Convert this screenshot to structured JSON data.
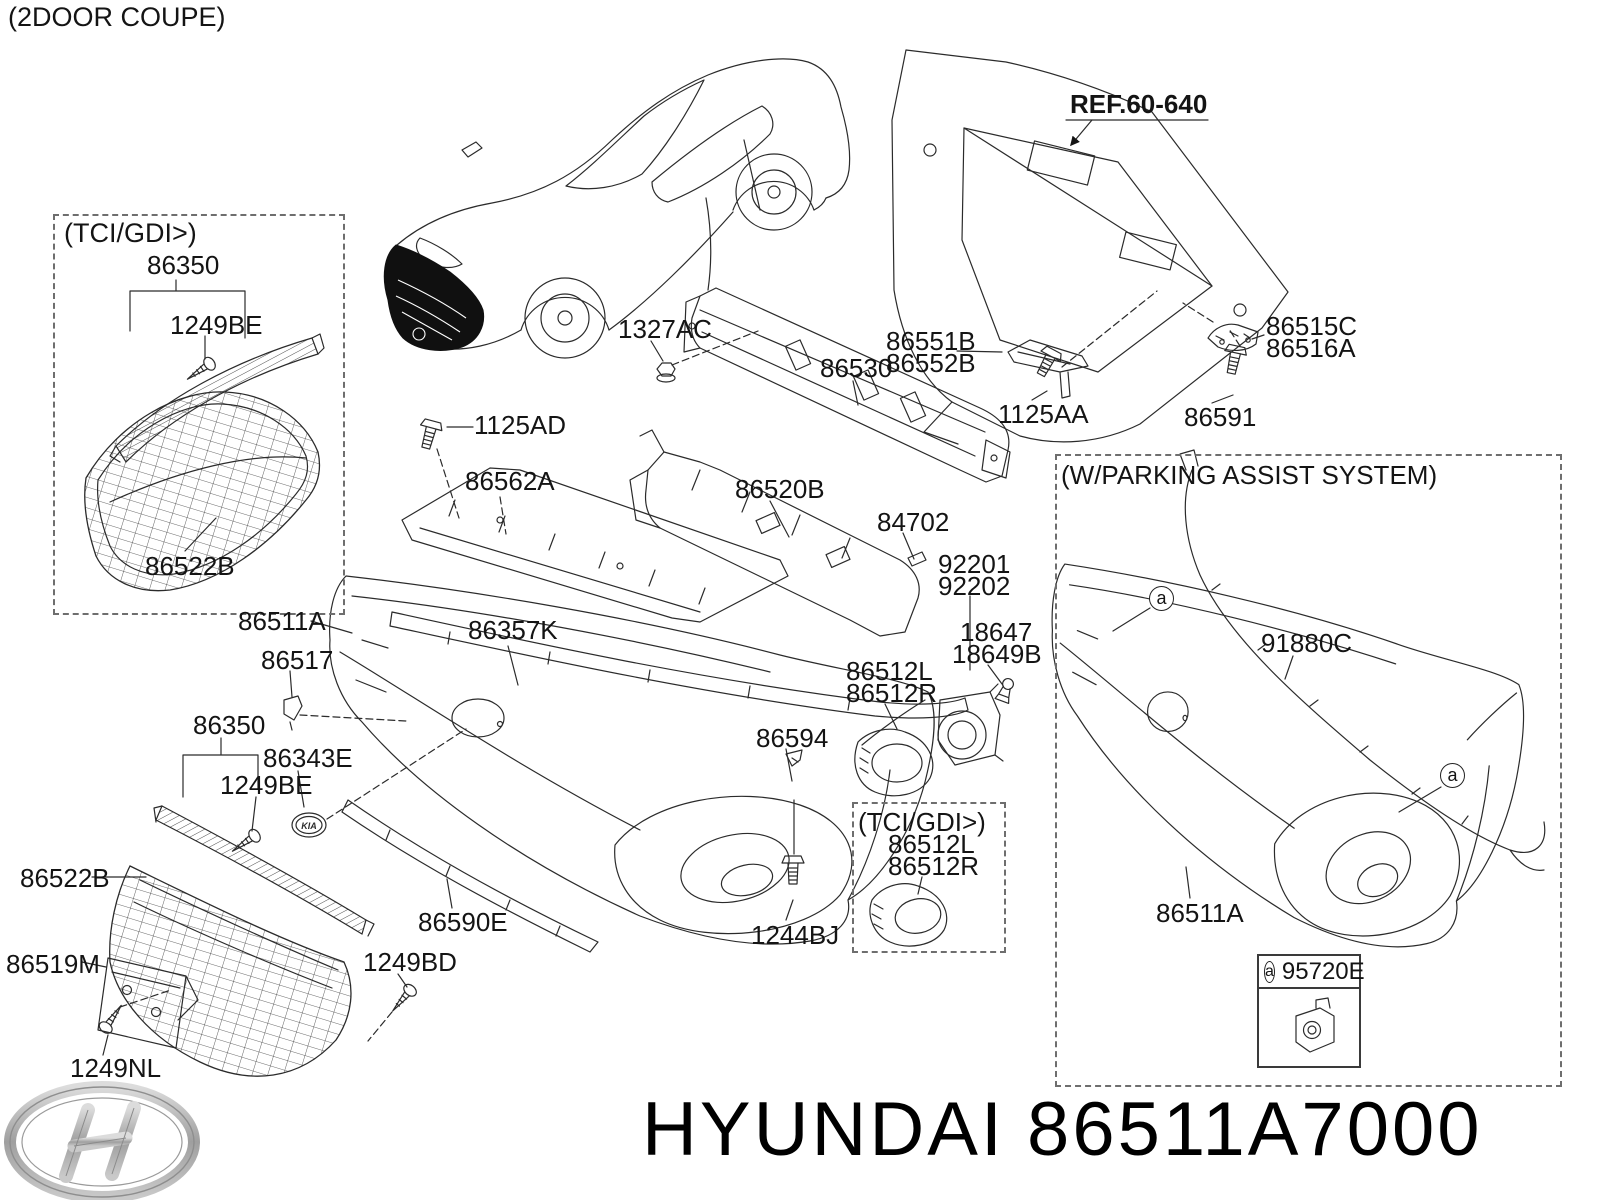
{
  "page": {
    "corner_note": "(2DOOR COUPE)"
  },
  "boxes": {
    "grille_variant": {
      "label": "(TCI/GDI>)"
    },
    "foglamp_variant": {
      "label": "(TCI/GDI>)"
    },
    "parking_assist": {
      "label": "(W/PARKING ASSIST SYSTEM)"
    },
    "sensor_callout": {
      "part": "95720E"
    }
  },
  "markers": {
    "a": "a"
  },
  "emblem": {
    "text": "KIA"
  },
  "parts": {
    "ref_60_640": "REF.60-640",
    "p86350_grille": "86350",
    "p1249BE_grille": "1249BE",
    "p86522B_grille": "86522B",
    "p1327AC": "1327AC",
    "p1125AD": "1125AD",
    "p86562A": "86562A",
    "p86530": "86530",
    "p86551B": "86551B",
    "p86552B": "86552B",
    "p1125AA": "1125AA",
    "p86591": "86591",
    "p86515C": "86515C",
    "p86516A": "86516A",
    "p86520B": "86520B",
    "p84702": "84702",
    "p92201": "92201",
    "p92202": "92202",
    "p18647": "18647",
    "p18649B": "18649B",
    "p86511A": "86511A",
    "p86357K": "86357K",
    "p86517": "86517",
    "p86350_lower": "86350",
    "p86343E": "86343E",
    "p1249BE_lower": "1249BE",
    "p86522B_lower": "86522B",
    "p86512L": "86512L",
    "p86512R": "86512R",
    "p86594": "86594",
    "p86590E": "86590E",
    "p1244BJ": "1244BJ",
    "p86519M": "86519M",
    "p1249NL": "1249NL",
    "p1249BD": "1249BD",
    "p86512L_tci": "86512L",
    "p86512R_tci": "86512R",
    "p91880C": "91880C",
    "p86511A_parking": "86511A"
  },
  "footer": {
    "brand": "HYUNDAI",
    "part_number": "86511A7000"
  }
}
